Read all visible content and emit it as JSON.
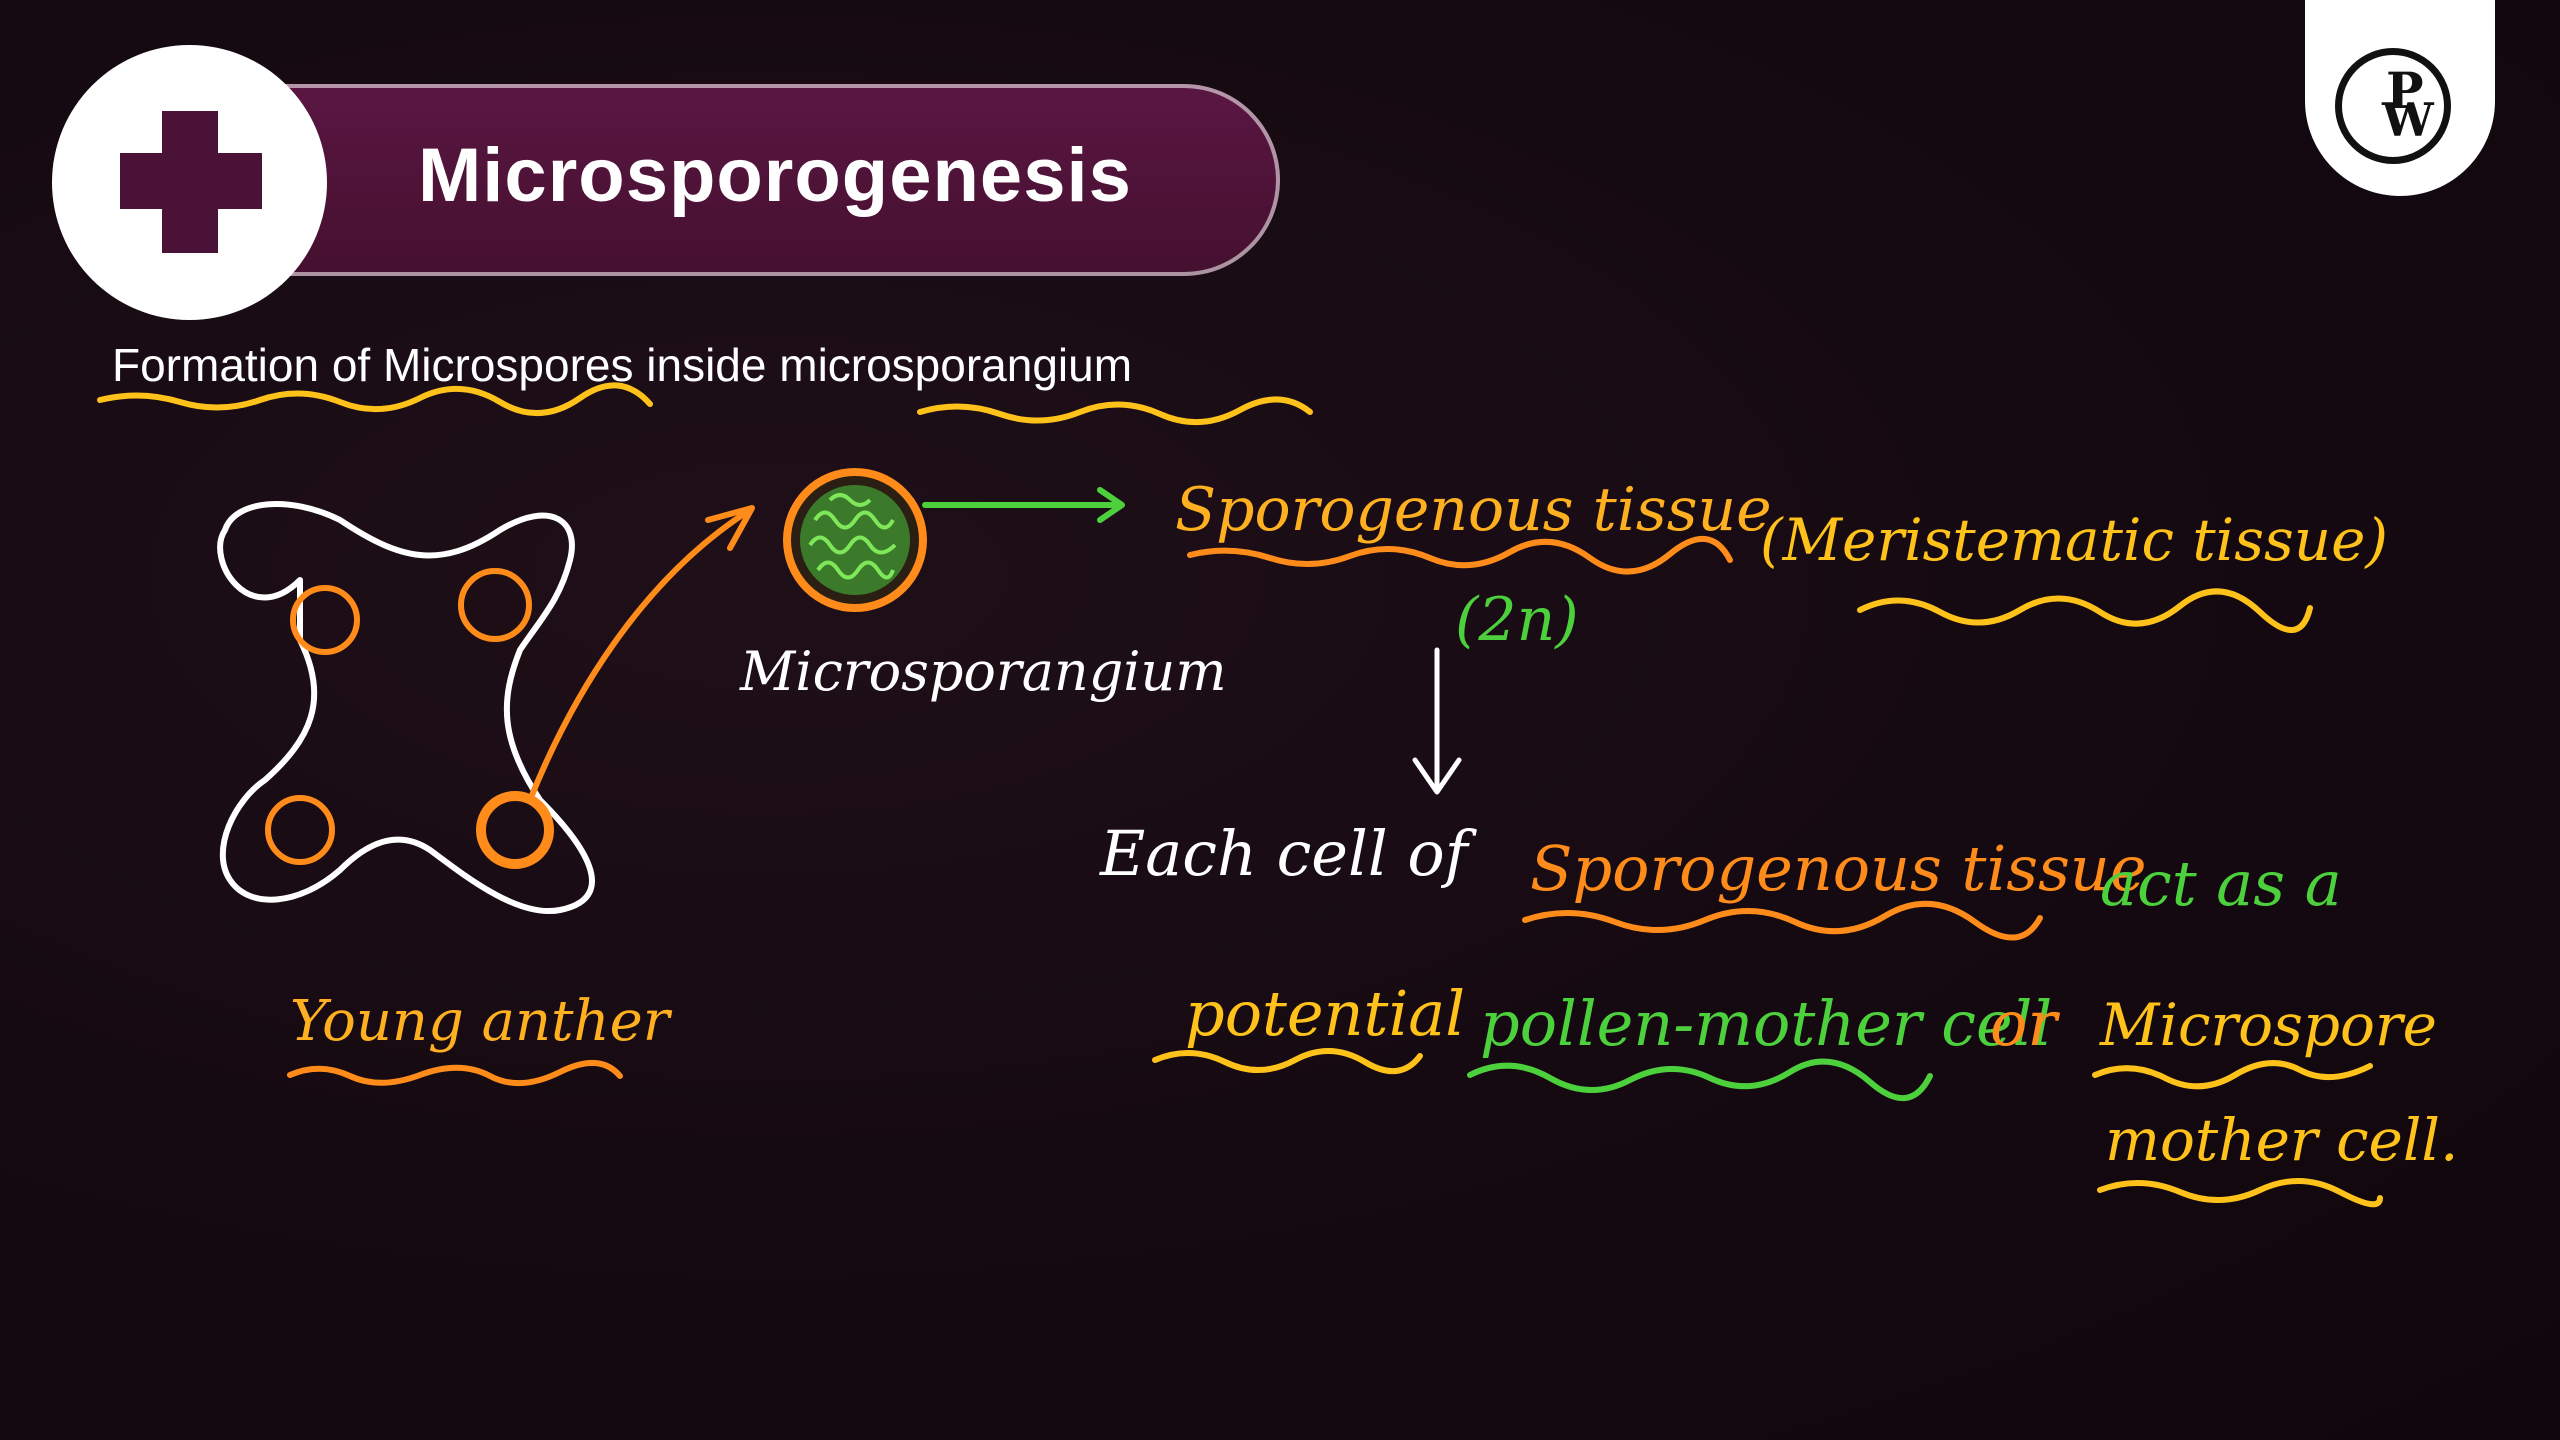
{
  "header": {
    "title": "Microsporogenesis",
    "icon": "plus-icon",
    "accent": "#4a1237"
  },
  "logo": {
    "letter_top": "P",
    "letter_bottom": "W"
  },
  "subtitle": "Formation of Microspores inside microsporangium",
  "diagram": {
    "anther_label": "Young anther",
    "microsporangium_label": "Microsporangium",
    "sporogenous_tissue": "Sporogenous tissue",
    "meristematic_note": "(Meristematic tissue)",
    "ploidy": "(2n)",
    "sentence": {
      "part1": "Each cell of",
      "part2": "Sporogenous tissue",
      "part3": "act as a",
      "part4": "potential",
      "part5": "pollen-mother cell",
      "part6": "or",
      "part7": "Microspore",
      "part8": "mother cell."
    }
  },
  "colors": {
    "white": "#ffffff",
    "orange": "#ff8c1a",
    "yellow": "#ffc21a",
    "green": "#4cd13c"
  }
}
